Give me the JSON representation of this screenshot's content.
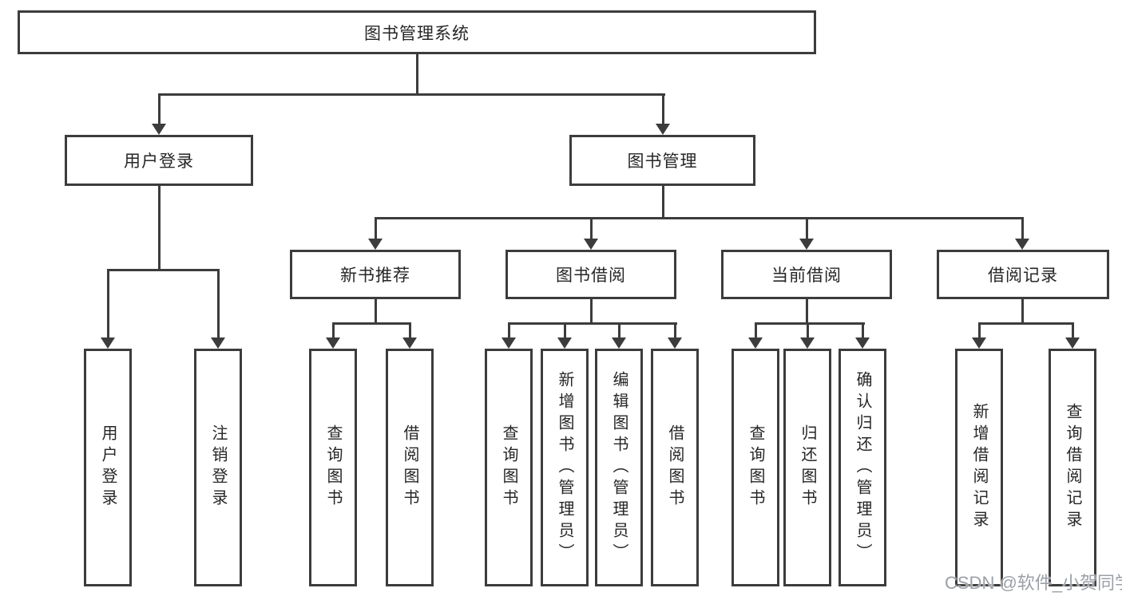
{
  "diagram": {
    "root": {
      "label": "图书管理系统"
    },
    "level1": [
      {
        "label": "用户登录"
      },
      {
        "label": "图书管理"
      }
    ],
    "level2": [
      {
        "label": "新书推荐",
        "parent": "图书管理"
      },
      {
        "label": "图书借阅",
        "parent": "图书管理"
      },
      {
        "label": "当前借阅",
        "parent": "图书管理"
      },
      {
        "label": "借阅记录",
        "parent": "图书管理"
      }
    ],
    "leaves": [
      {
        "label": "用户登录",
        "parent": "用户登录"
      },
      {
        "label": "注销登录",
        "parent": "用户登录"
      },
      {
        "label": "查询图书",
        "parent": "新书推荐"
      },
      {
        "label": "借阅图书",
        "parent": "新书推荐"
      },
      {
        "label": "查询图书",
        "parent": "图书借阅"
      },
      {
        "label": "新增图书（管理员）",
        "parent": "图书借阅"
      },
      {
        "label": "编辑图书（管理员）",
        "parent": "图书借阅"
      },
      {
        "label": "借阅图书",
        "parent": "图书借阅"
      },
      {
        "label": "查询图书",
        "parent": "当前借阅"
      },
      {
        "label": "归还图书",
        "parent": "当前借阅"
      },
      {
        "label": "确认归还（管理员）",
        "parent": "当前借阅"
      },
      {
        "label": "新增借阅记录",
        "parent": "借阅记录"
      },
      {
        "label": "查询借阅记录",
        "parent": "借阅记录"
      }
    ]
  },
  "watermark": {
    "text": "CSDN @软件_小贺同学"
  },
  "colors": {
    "line": "#3c3c3c",
    "text": "#262626",
    "background": "#ffffff",
    "watermark": "#9ba0a7"
  }
}
